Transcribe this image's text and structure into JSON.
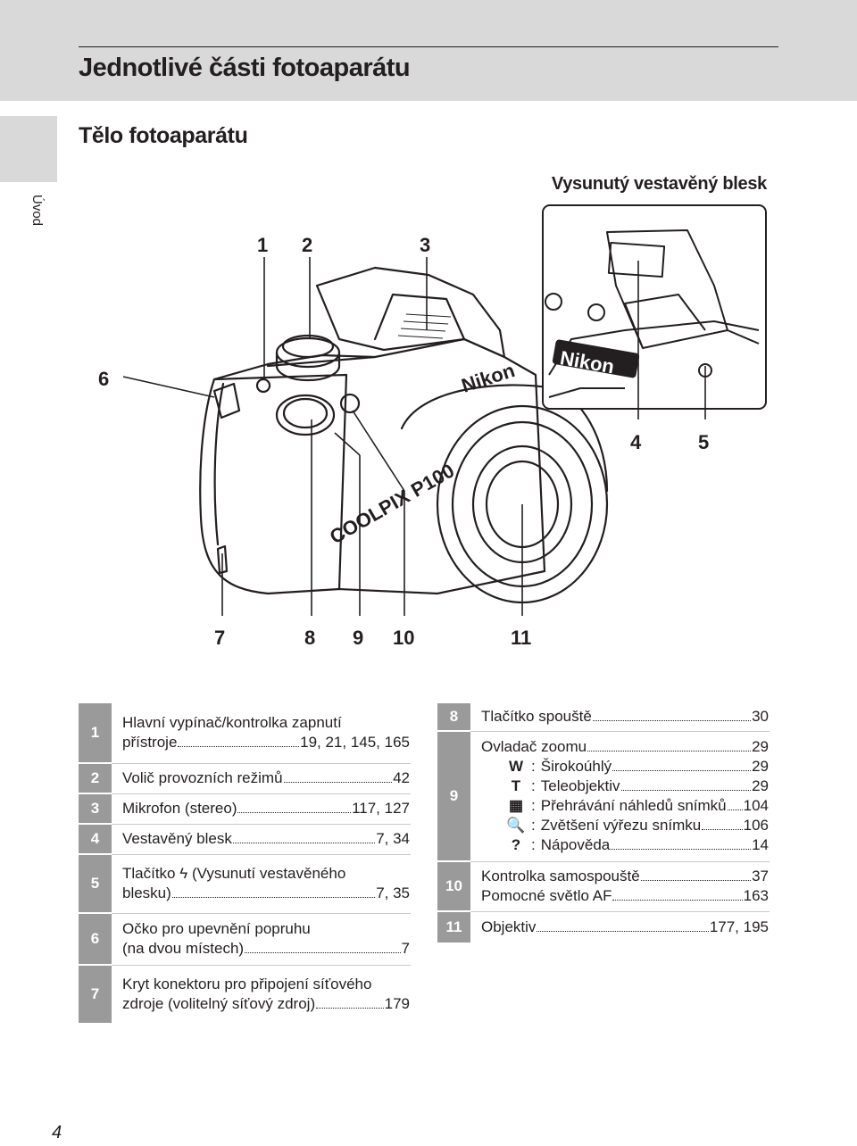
{
  "header": {
    "chapter_title": "Jednotlivé části fotoaparátu",
    "side_tab_label": "Úvod"
  },
  "section_title": "Tělo fotoaparátu",
  "inset_title": "Vysunutý vestavěný blesk",
  "diagram": {
    "callouts": [
      "1",
      "2",
      "3",
      "4",
      "5",
      "6",
      "7",
      "8",
      "9",
      "10",
      "11"
    ],
    "brand_text": "Nikon",
    "model_text": "COOLPIX P100"
  },
  "parts_left": [
    {
      "num": "1",
      "lines": [
        "Hlavní vypínač/kontrolka zapnutí"
      ],
      "last": "přístroje",
      "pages": "19, 21, 145, 165"
    },
    {
      "num": "2",
      "lines": [],
      "last": "Volič provozních režimů",
      "pages": "42"
    },
    {
      "num": "3",
      "lines": [],
      "last": "Mikrofon (stereo)",
      "pages": "117, 127"
    },
    {
      "num": "4",
      "lines": [],
      "last": "Vestavěný blesk",
      "pages": "7, 34"
    },
    {
      "num": "5",
      "lines": [
        "Tlačítko ϟ (Vysunutí vestavěného"
      ],
      "last": "blesku)",
      "pages": "7, 35"
    },
    {
      "num": "6",
      "lines": [
        "Očko pro upevnění popruhu"
      ],
      "last": "(na dvou místech)",
      "pages": "7"
    },
    {
      "num": "7",
      "lines": [
        "Kryt konektoru pro připojení síťového"
      ],
      "last": "zdroje (volitelný síťový zdroj)",
      "pages": "179"
    }
  ],
  "parts_right": [
    {
      "num": "8",
      "label": "Tlačítko spouště",
      "pages": "30"
    },
    {
      "num": "9",
      "label": "Ovladač zoomu",
      "pages": "29",
      "subitems": [
        {
          "icon": "W",
          "label": "Širokoúhlý",
          "pages": "29"
        },
        {
          "icon": "T",
          "label": "Teleobjektiv",
          "pages": "29"
        },
        {
          "icon": "▦",
          "label": "Přehrávání náhledů snímků",
          "pages": "104"
        },
        {
          "icon": "🔍",
          "label": "Zvětšení výřezu snímku",
          "pages": "106"
        },
        {
          "icon": "?",
          "label": "Nápověda",
          "pages": "14"
        }
      ]
    },
    {
      "num": "10",
      "label": "Kontrolka samospouště",
      "pages": "37",
      "label2": "Pomocné světlo AF",
      "pages2": "163"
    },
    {
      "num": "11",
      "label": "Objektiv",
      "pages": "177, 195"
    }
  ],
  "page_number": "4"
}
